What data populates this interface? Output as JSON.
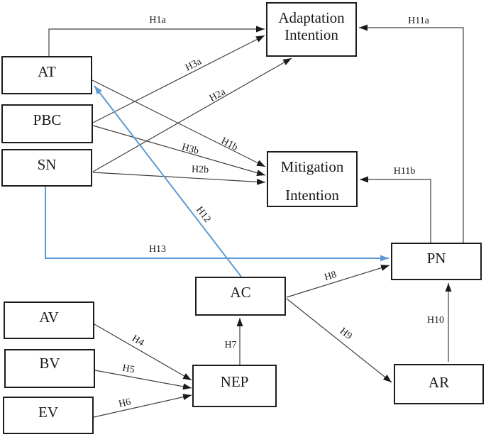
{
  "diagram": {
    "title": "Conceptual research model with hypotheses",
    "colors": {
      "background": "#ffffff",
      "box_border": "#1c1c1c",
      "line": "#3f3f3f",
      "accent_blue": "#5b9bd5",
      "text": "#1a1a1a"
    },
    "nodes": {
      "at": {
        "label": "AT"
      },
      "pbc": {
        "label": "PBC"
      },
      "sn": {
        "label": "SN"
      },
      "av": {
        "label": "AV"
      },
      "bv": {
        "label": "BV"
      },
      "ev": {
        "label": "EV"
      },
      "nep": {
        "label": "NEP"
      },
      "ac": {
        "label": "AC"
      },
      "pn": {
        "label": "PN"
      },
      "ar": {
        "label": "AR"
      },
      "adaptation": {
        "line1": "Adaptation",
        "line2": "Intention"
      },
      "mitigation": {
        "line1": "Mitigation",
        "line2": "Intention"
      }
    },
    "edges": {
      "h1a": {
        "label": "H1a",
        "from": "AT",
        "to": "Adaptation Intention",
        "color": "black"
      },
      "h3a": {
        "label": "H3a",
        "from": "PBC",
        "to": "Adaptation Intention",
        "color": "black"
      },
      "h2a": {
        "label": "H2a",
        "from": "SN",
        "to": "Adaptation Intention",
        "color": "black"
      },
      "h1b": {
        "label": "H1b",
        "from": "AT",
        "to": "Mitigation Intention",
        "color": "black"
      },
      "h3b": {
        "label": "H3b",
        "from": "PBC",
        "to": "Mitigation Intention",
        "color": "black"
      },
      "h2b": {
        "label": "H2b",
        "from": "SN",
        "to": "Mitigation Intention",
        "color": "black"
      },
      "h4": {
        "label": "H4",
        "from": "AV",
        "to": "NEP",
        "color": "black"
      },
      "h5": {
        "label": "H5",
        "from": "BV",
        "to": "NEP",
        "color": "black"
      },
      "h6": {
        "label": "H6",
        "from": "EV",
        "to": "NEP",
        "color": "black"
      },
      "h7": {
        "label": "H7",
        "from": "NEP",
        "to": "AC",
        "color": "black"
      },
      "h8": {
        "label": "H8",
        "from": "AC",
        "to": "PN",
        "color": "black"
      },
      "h9": {
        "label": "H9",
        "from": "AC",
        "to": "AR",
        "color": "black"
      },
      "h10": {
        "label": "H10",
        "from": "AR",
        "to": "PN",
        "color": "black"
      },
      "h11a": {
        "label": "H11a",
        "from": "PN",
        "to": "Adaptation Intention",
        "color": "black"
      },
      "h11b": {
        "label": "H11b",
        "from": "PN",
        "to": "Mitigation Intention",
        "color": "black"
      },
      "h12": {
        "label": "H12",
        "from": "AC",
        "to": "AT",
        "color": "blue"
      },
      "h13": {
        "label": "H13",
        "from": "SN",
        "to": "PN",
        "color": "blue"
      }
    }
  }
}
